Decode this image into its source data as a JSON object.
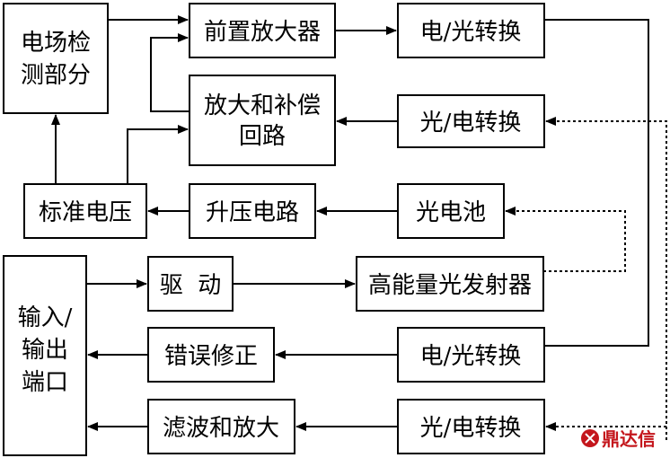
{
  "colors": {
    "line": "#000000",
    "background": "#ffffff",
    "watermark": "#c4161c"
  },
  "blocks": {
    "field_detection": [
      "电场检",
      "测部分"
    ],
    "preamp": "前置放大器",
    "eo_top": "电/光转换",
    "amp_comp": [
      "放大和补偿",
      "回路"
    ],
    "oe_mid": "光/电转换",
    "std_voltage": "标准电压",
    "boost": "升压电路",
    "photocell": "光电池",
    "io_port": [
      "输入/",
      "输出",
      "端口"
    ],
    "drive": "驱  动",
    "laser": "高能量光发射器",
    "error_correct": "错误修正",
    "eo_low": "电/光转换",
    "filter_amp": "滤波和放大",
    "oe_bottom": "光/电转换"
  },
  "watermark": {
    "text": "鼎达信",
    "icon": "logo-icon"
  }
}
